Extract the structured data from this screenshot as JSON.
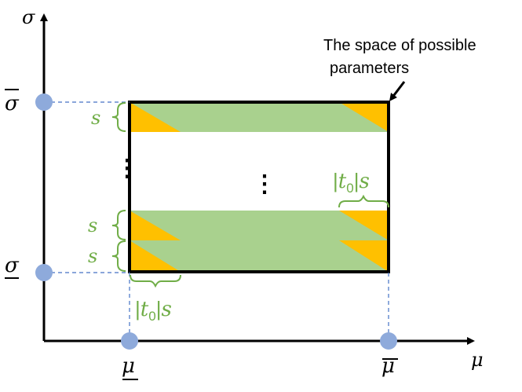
{
  "axes": {
    "y_symbol": "σ",
    "x_symbol": "μ"
  },
  "ticks": {
    "sigma_upper": "σ",
    "sigma_lower": "σ",
    "mu_lower": "μ",
    "mu_upper": "μ"
  },
  "annotation": {
    "line1": "The space of possible",
    "line2": "parameters"
  },
  "labels": {
    "s_top": "s",
    "s_mid": "s",
    "s_bottom": "s",
    "vdots_left": "⋮",
    "vdots_center": "⋮",
    "t0s_right": {
      "bar_open": "|",
      "t": "t",
      "sub": "0",
      "bar_close": "|",
      "s": "s"
    },
    "t0s_bottom": {
      "bar_open": "|",
      "t": "t",
      "sub": "0",
      "bar_close": "|",
      "s": "s"
    }
  },
  "colors": {
    "green_band": "#a9d18e",
    "orange_tri": "#ffc000",
    "dot": "#8eaadb",
    "label_green": "#70ad47",
    "dash": "#4472c4"
  }
}
